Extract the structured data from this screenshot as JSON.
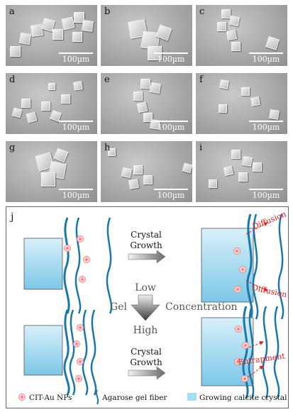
{
  "panels": [
    {
      "label": "a",
      "scale": "100µm"
    },
    {
      "label": "b",
      "scale": "100µm"
    },
    {
      "label": "c",
      "scale": "100µm"
    },
    {
      "label": "d",
      "scale": "100µm"
    },
    {
      "label": "e",
      "scale": "100µm"
    },
    {
      "label": "f",
      "scale": "100µm"
    },
    {
      "label": "g",
      "scale": "100µm"
    },
    {
      "label": "h",
      "scale": "100µm"
    },
    {
      "label": "i",
      "scale": "100µm"
    }
  ],
  "schematic": {
    "label": "j",
    "arrow_top_line1": "Crystal",
    "arrow_top_line2": "Growth",
    "arrow_bottom_line1": "Crystal",
    "arrow_bottom_line2": "Growth",
    "low": "Low",
    "high": "High",
    "gel": "Gel",
    "concentration": "Concentration",
    "diffusion_1": "Diffusion",
    "diffusion_2": "Diffusion",
    "entrapment": "Entrapment",
    "legend": {
      "np": "CIT-Au NPs",
      "fiber": "Agarose gel fiber",
      "crystal": "Growing calcite crystal"
    },
    "colors": {
      "fiber": "#1a78a8",
      "np": "#e04848",
      "crystal": "#a7dcf2",
      "arrow": "#e02020"
    }
  }
}
